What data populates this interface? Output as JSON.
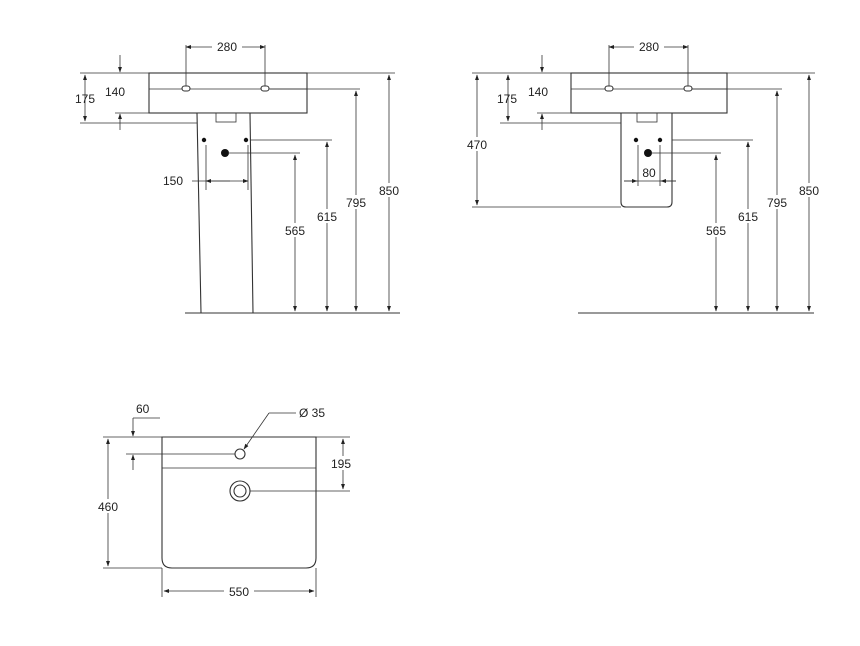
{
  "views": {
    "front_pedestal": {
      "dim_280": "280",
      "dim_140": "140",
      "dim_175": "175",
      "dim_150": "150",
      "dim_565": "565",
      "dim_615": "615",
      "dim_795": "795",
      "dim_850": "850"
    },
    "front_semi_pedestal": {
      "dim_280": "280",
      "dim_140": "140",
      "dim_175": "175",
      "dim_470": "470",
      "dim_80": "80",
      "dim_565": "565",
      "dim_615": "615",
      "dim_795": "795",
      "dim_850": "850"
    },
    "top_view": {
      "dim_60": "60",
      "dim_diameter": "Ø 35",
      "dim_195": "195",
      "dim_460": "460",
      "dim_550": "550"
    }
  },
  "colors": {
    "line": "#333333",
    "fill": "#111111"
  }
}
